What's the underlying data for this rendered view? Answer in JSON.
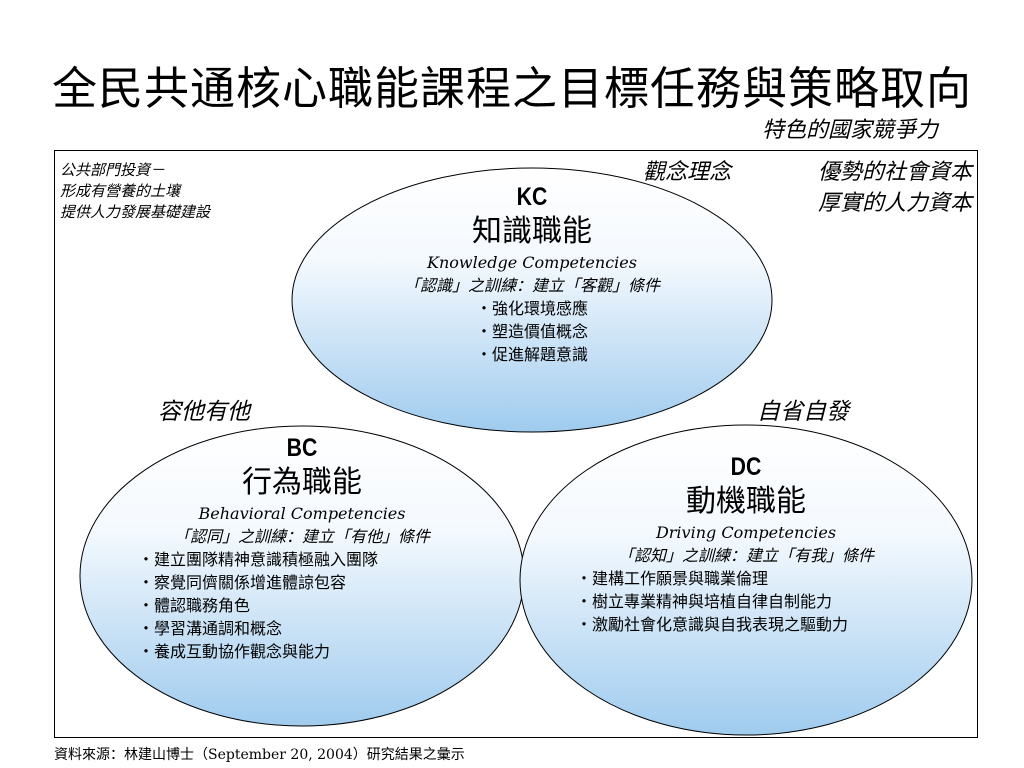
{
  "title": "全民共通核心職能課程之目標任務與策略取向",
  "subtitle": "特色的國家競爭力",
  "notes": {
    "top_left": [
      "公共部門投資－",
      "形成有營養的土壤",
      "提供人力發展基礎建設"
    ],
    "top_right": [
      "優勢的社會資本",
      "厚實的人力資本"
    ],
    "concept": "觀念理念",
    "left_between": "容他有他",
    "right_between": "自省自發"
  },
  "kc": {
    "code": "KC",
    "name_cn": "知識職能",
    "name_en": "Knowledge Competencies",
    "training": "「認識」之訓練：建立「客觀」條件",
    "bullets": [
      "‧強化環境感應",
      "‧塑造價值概念",
      "‧促進解題意識"
    ]
  },
  "bc": {
    "code": "BC",
    "name_cn": "行為職能",
    "name_en": "Behavioral Competencies",
    "training": "「認同」之訓練：建立「有他」條件",
    "bullets": [
      "‧建立團隊精神意識積極融入團隊",
      "‧察覺同儕關係增進體諒包容",
      "‧體認職務角色",
      "‧學習溝通調和概念",
      "‧養成互動協作觀念與能力"
    ]
  },
  "dc": {
    "code": "DC",
    "name_cn": "動機職能",
    "name_en": "Driving Competencies",
    "training": "「認知」之訓練：建立「有我」條件",
    "bullets": [
      "‧建構工作願景與職業倫理",
      "‧樹立專業精神與培植自律自制能力",
      "‧激勵社會化意識與自我表現之驅動力"
    ]
  },
  "source": "資料來源：林建山博士（September 20, 2004）研究結果之彙示",
  "colors": {
    "ellipse_gradient_top": "#ffffff",
    "ellipse_gradient_bottom": "#9fcbee",
    "ellipse_stroke": "#000000"
  }
}
